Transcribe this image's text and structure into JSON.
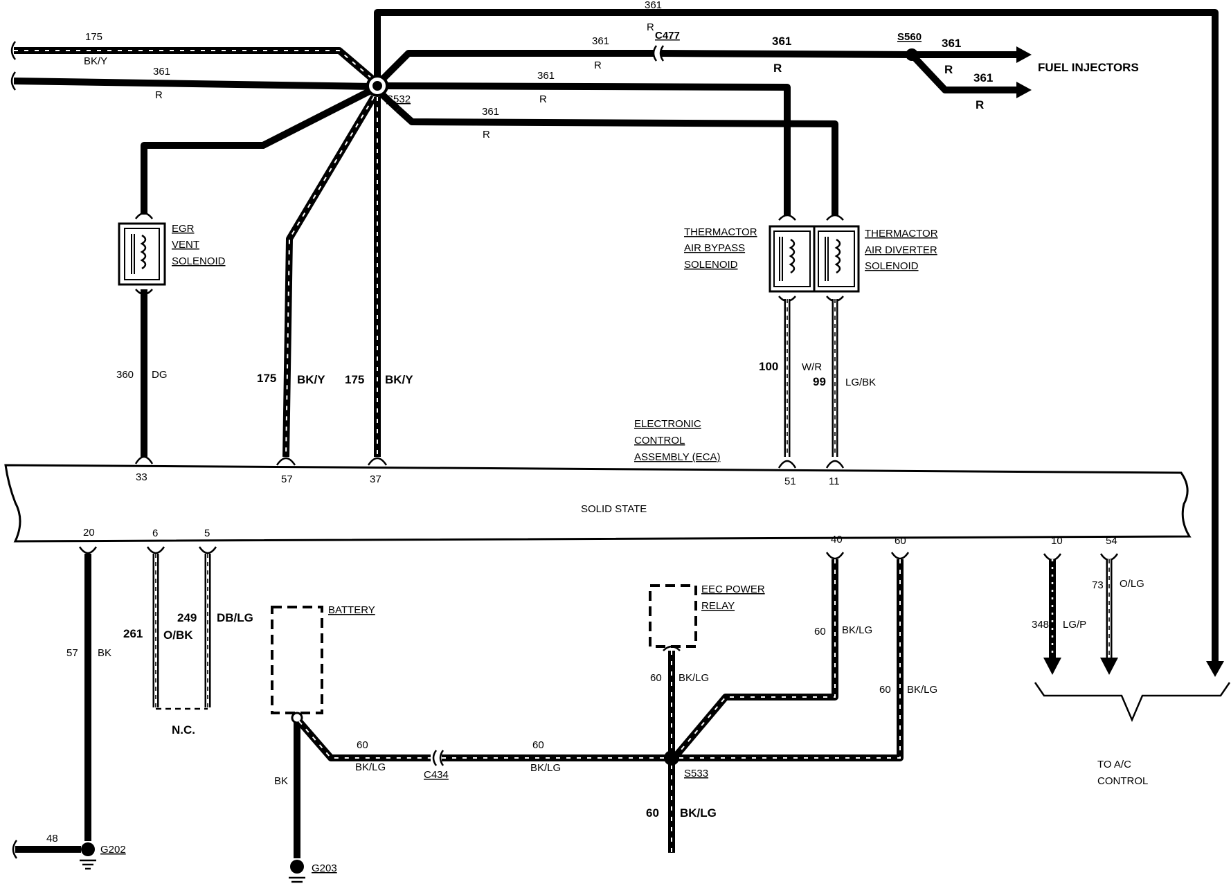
{
  "ecu": {
    "title_lines": [
      "ELECTRONIC",
      "CONTROL",
      "ASSEMBLY (ECA)"
    ],
    "body_label": "SOLID STATE",
    "pins_top": [
      "33",
      "57",
      "37",
      "51",
      "11"
    ],
    "pins_bottom": [
      "20",
      "6",
      "5",
      "40",
      "60",
      "10",
      "54"
    ]
  },
  "splices": {
    "s532": "S532",
    "s560": "S560",
    "s533": "S533"
  },
  "connectors": {
    "c477": "C477",
    "c434": "C434"
  },
  "grounds": {
    "g202": "G202",
    "g203": "G203"
  },
  "components": {
    "egr": [
      "EGR",
      "VENT",
      "SOLENOID"
    ],
    "bypass": [
      "THERMACTOR",
      "AIR BYPASS",
      "SOLENOID"
    ],
    "diverter": [
      "THERMACTOR",
      "AIR DIVERTER",
      "SOLENOID"
    ],
    "battery": "BATTERY",
    "eec_relay": [
      "EEC POWER",
      "RELAY"
    ],
    "fuel_injectors": "FUEL INJECTORS",
    "ac_control": [
      "TO A/C",
      "CONTROL"
    ],
    "nc": "N.C."
  },
  "wire_labels": {
    "w175_top": "175",
    "w175_top_color": "BK/Y",
    "w361_left": "361",
    "w361_left_color": "R",
    "w361_top": "361",
    "w361_top_color": "R",
    "w361_c477_left": "361",
    "w361_c477_left_color": "R",
    "w361_c477_right": "361",
    "w361_c477_right_color": "R",
    "w361_inj1": "361",
    "w361_inj1_color": "R",
    "w361_inj2": "361",
    "w361_inj2_color": "R",
    "w361_bypass": "361",
    "w361_bypass_color": "R",
    "w361_diverter": "361",
    "w361_diverter_color": "R",
    "w360": "360",
    "w360_color": "DG",
    "w175_a": "175",
    "w175_a_color": "BK/Y",
    "w175_b": "175",
    "w175_b_color": "BK/Y",
    "w100": "100",
    "w100_color": "W/R",
    "w99": "99",
    "w99_color": "LG/BK",
    "w57": "57",
    "w57_color": "BK",
    "w261": "261",
    "w261_color": "O/BK",
    "w249": "249",
    "w249_color": "DB/LG",
    "w60_relay": "60",
    "w60_relay_color": "BK/LG",
    "w60_pin40": "60",
    "w60_pin40_color": "BK/LG",
    "w60_pin60": "60",
    "w60_pin60_color": "BK/LG",
    "w60_batt": "60",
    "w60_batt_color": "BK/LG",
    "w60_mid": "60",
    "w60_mid_color": "BK/LG",
    "w60_down": "60",
    "w60_down_color": "BK/LG",
    "wbk_batt_color": "BK",
    "w348": "348",
    "w348_color": "LG/P",
    "w73": "73",
    "w73_color": "O/LG",
    "w48": "48"
  }
}
